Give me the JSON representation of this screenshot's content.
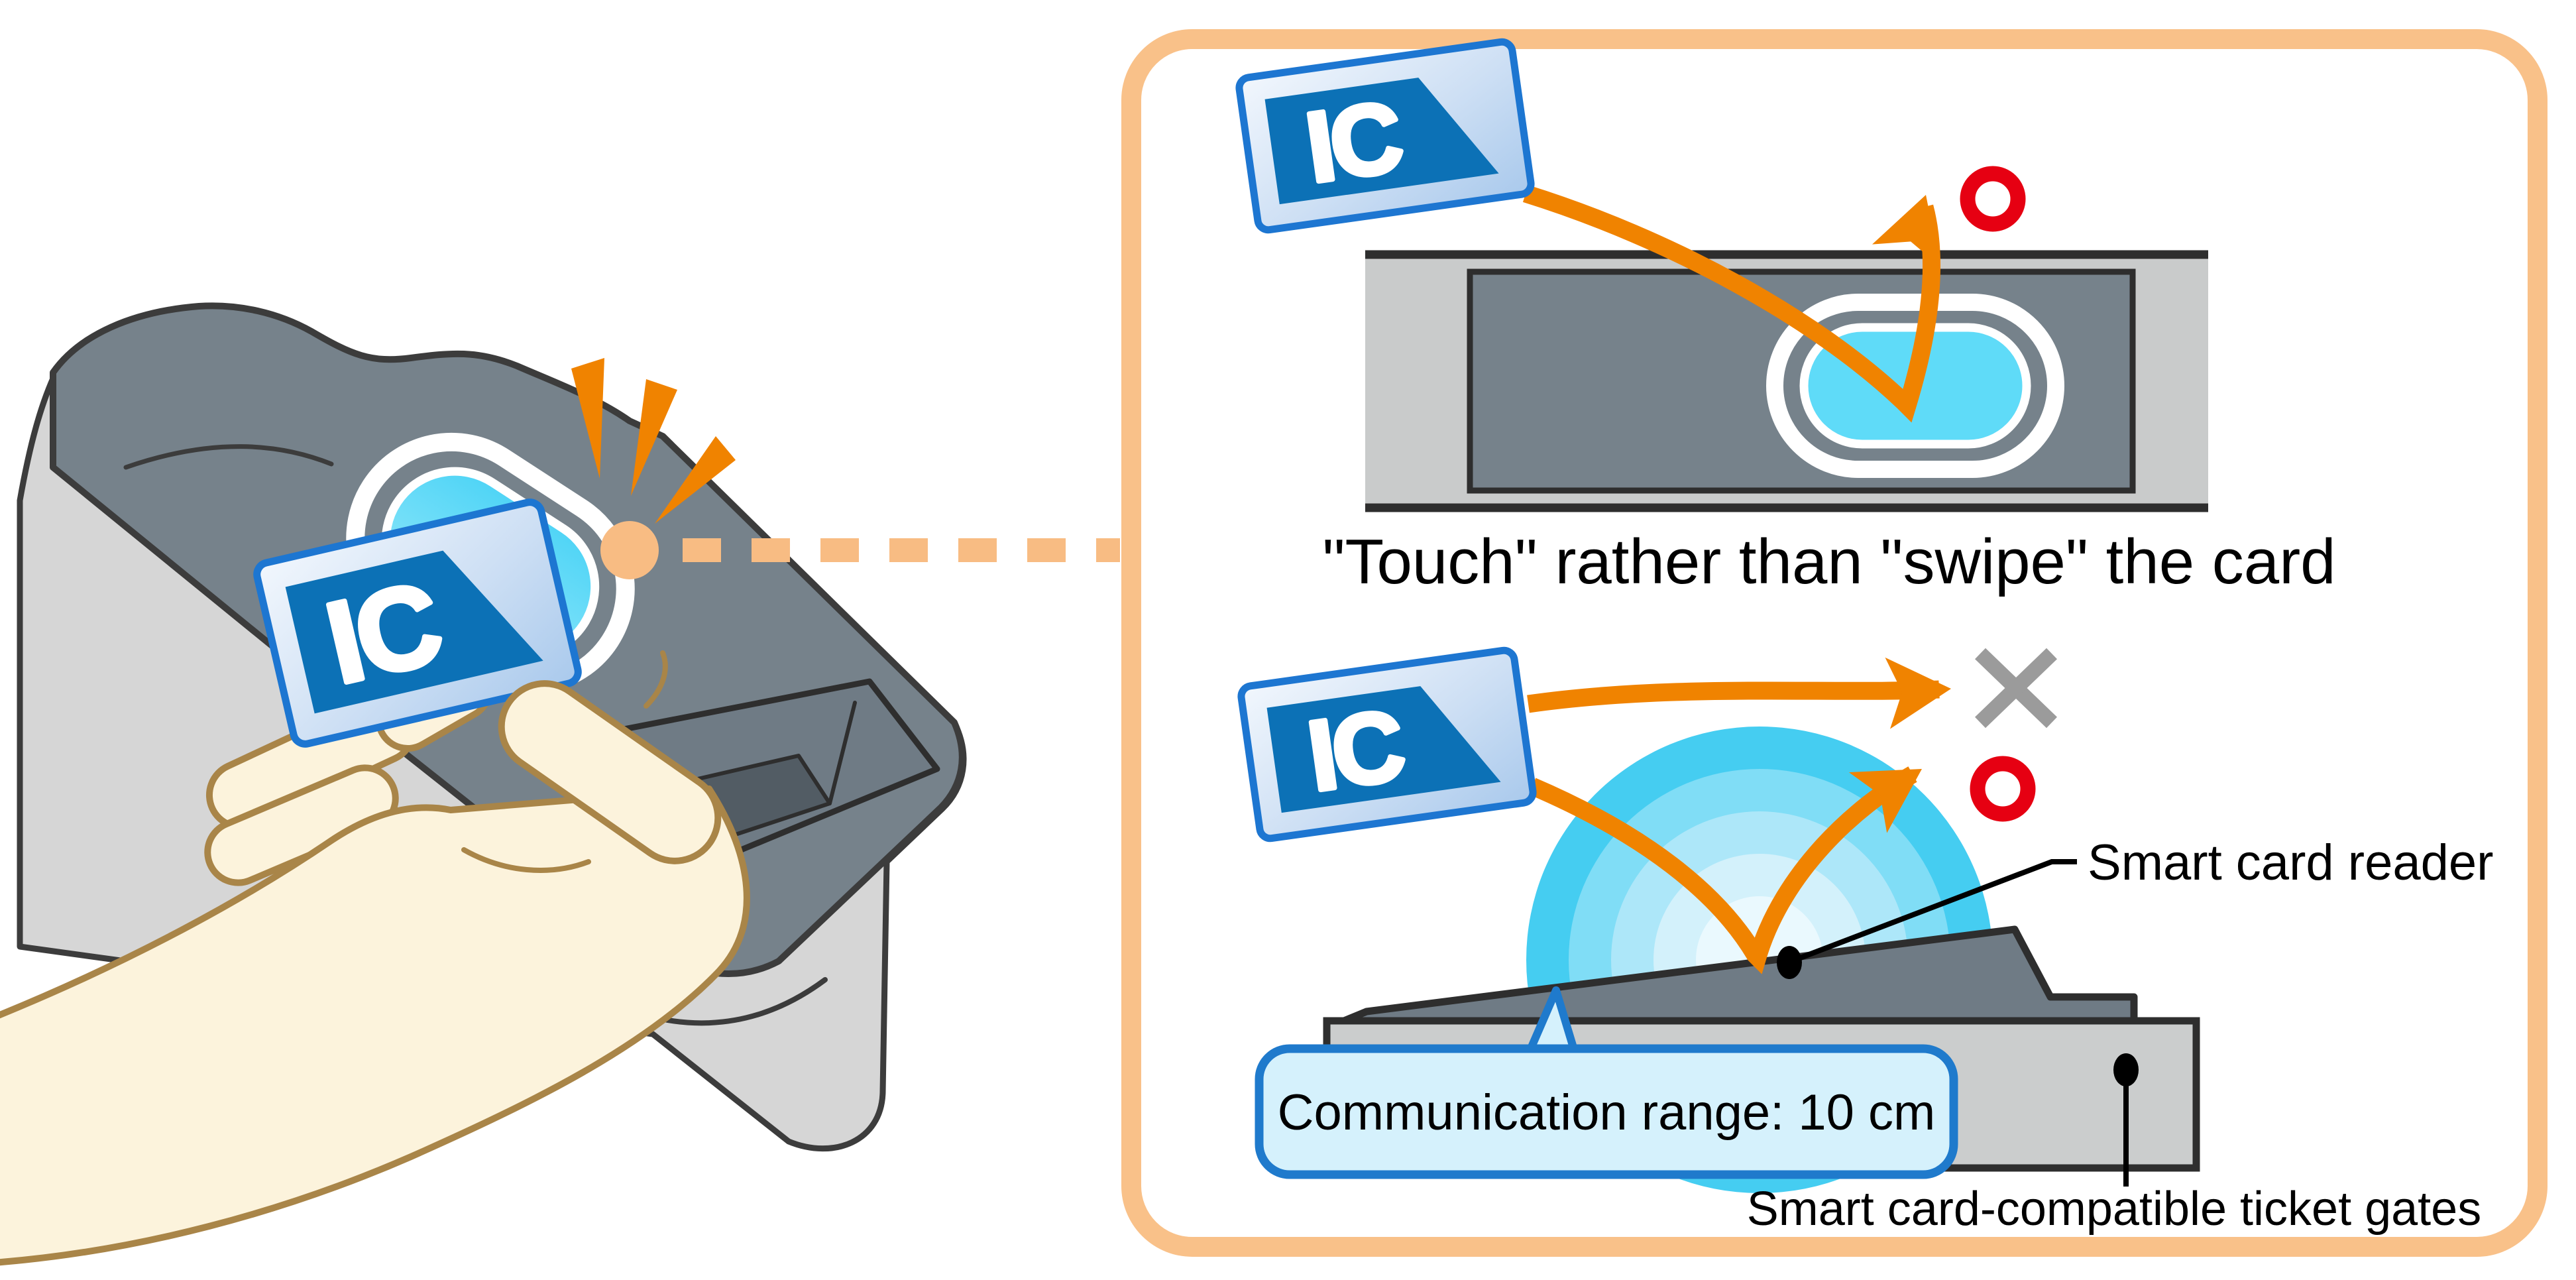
{
  "panel": {
    "border_color": "#F9C189",
    "top_diagram": {
      "card_label": "IC",
      "caption": "\"Touch\" rather than \"swipe\" the card",
      "result_icon": "correct-circle-mark"
    },
    "bottom_diagram": {
      "card_label": "IC",
      "swipe_result_icon": "wrong-cross-mark",
      "touch_result_icon": "correct-circle-mark",
      "reader_label": "Smart card reader",
      "range_label": "Communication range: 10 cm",
      "gates_label": "Smart card-compatible ticket gates"
    }
  },
  "left_scene": {
    "card_label": "IC",
    "icons": [
      "ic-card-icon",
      "touch-spark-icon",
      "callout-dot-icon",
      "dashed-connector-icon",
      "ticket-gate-illustration"
    ]
  },
  "colors": {
    "arrow_orange": "#F08300",
    "connector_orange": "#F8BC83",
    "panel_border": "#F9C189",
    "correct_red": "#E60012",
    "wrong_gray": "#9B9B9B",
    "reader_cyan": "#5FDBF8",
    "range_ring_cyan": "#45CDF1",
    "card_face_blue": "#C7DBF3",
    "card_panel_blue": "#0C71B6",
    "card_border_blue": "#1D76D1",
    "bubble_fill": "#D5F1FC",
    "bubble_border": "#1F7ACC",
    "machine_light_gray": "#D6D6D6",
    "machine_slate": "#76828B",
    "outline_dark": "#2E2E2E"
  }
}
